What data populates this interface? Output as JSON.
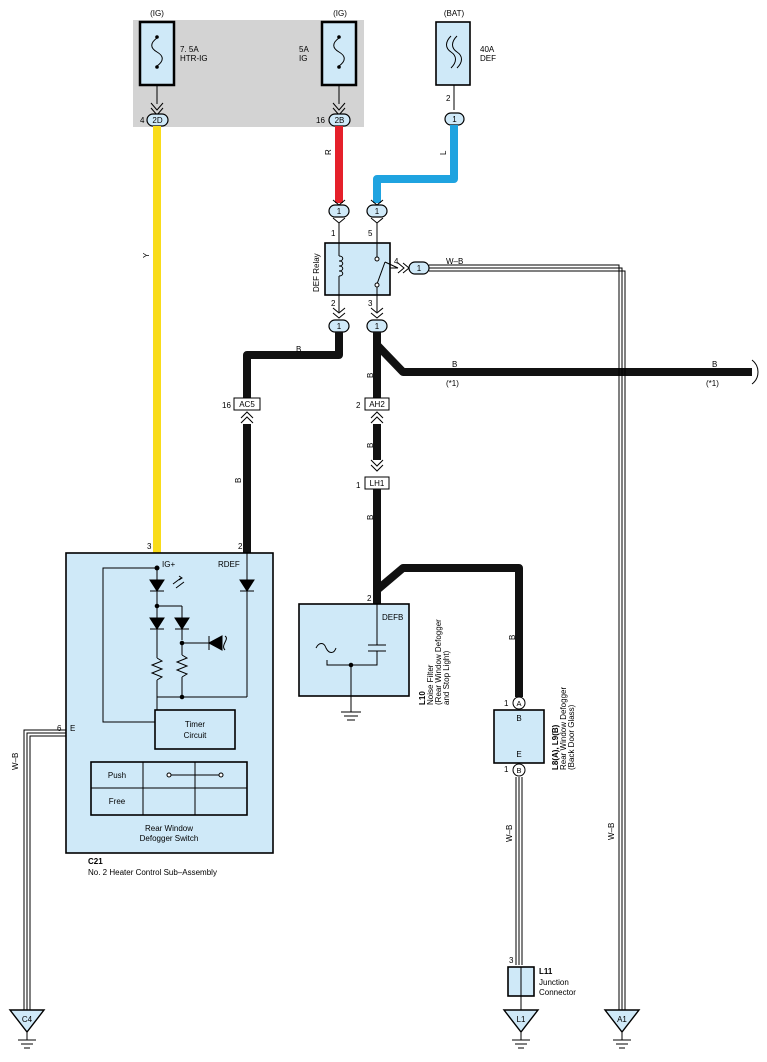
{
  "fuses": {
    "htr_ig": {
      "source": "(IG)",
      "rating": "7. 5A",
      "name": "HTR-IG",
      "pin": "4",
      "conn": "2D"
    },
    "ig": {
      "source": "(IG)",
      "rating": "5A",
      "name": "IG",
      "pin": "16",
      "conn": "2B"
    },
    "def": {
      "source": "(BAT)",
      "rating": "40A",
      "name": "DEF",
      "pin": "2",
      "conn": "1"
    }
  },
  "wire_colors": {
    "yellow": "#f9dc1a",
    "red": "#e5202a",
    "blue": "#1fa3e0",
    "black": "#111111",
    "component_fill": "#cfe9f8",
    "junction_block": "#d3d3d3"
  },
  "wire_labels": {
    "Y": "Y",
    "R": "R",
    "L": "L",
    "B": "B",
    "WB": "W–B",
    "star1": "(*1)"
  },
  "relay": {
    "name": "DEF Relay",
    "pin1": "1",
    "pin5": "5",
    "pin2": "2",
    "pin3": "3",
    "pin4": "4",
    "conn": "1"
  },
  "connectors": {
    "ac5": {
      "pin": "16",
      "name": "AC5"
    },
    "ah2": {
      "pin": "2",
      "name": "AH2"
    },
    "lh1": {
      "pin": "1",
      "name": "LH1"
    }
  },
  "switch": {
    "code": "C21",
    "assembly": "No.  2 Heater Control Sub–Assembly",
    "title1": "Rear Window",
    "title2": "Defogger Switch",
    "ig_pin": "3",
    "ig_label": "IG+",
    "rdef_pin": "2",
    "rdef_label": "RDEF",
    "e_pin": "6",
    "e_label": "E",
    "timer1": "Timer",
    "timer2": "Circuit",
    "push": "Push",
    "free": "Free"
  },
  "noise_filter": {
    "code": "L10",
    "name": "Noise Filter",
    "desc1": "(Rear Window Defogger",
    "desc2": "and Stop Light)",
    "pin": "2",
    "label": "DEFB"
  },
  "defogger": {
    "code": "L8(A), L9(B)",
    "name": "Rear Window Defogger",
    "desc": "(Back Door Glass)",
    "pin_a": "1",
    "conn_a": "A",
    "label_b": "B",
    "pin_b": "1",
    "conn_b": "B",
    "label_e": "E"
  },
  "junction": {
    "code": "L11",
    "name1": "Junction",
    "name2": "Connector",
    "pin": "3"
  },
  "grounds": {
    "c4": "C4",
    "l1": "L1",
    "a1": "A1"
  }
}
